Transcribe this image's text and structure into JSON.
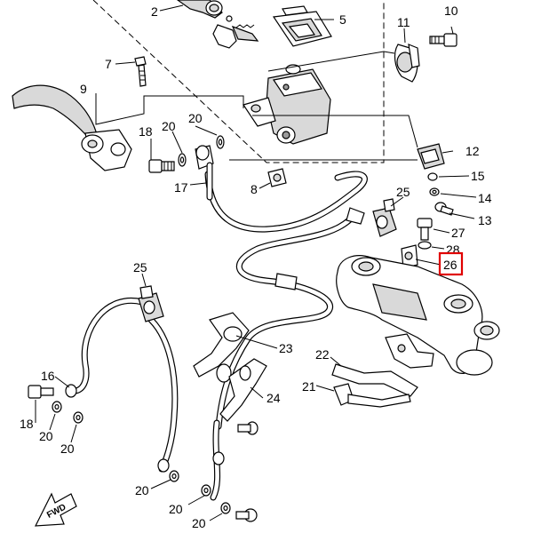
{
  "diagram": {
    "fwd_label": "FWD",
    "highlighted_part": "26",
    "callouts": [
      {
        "id": "c-2",
        "text": "2"
      },
      {
        "id": "c-5",
        "text": "5"
      },
      {
        "id": "c-10",
        "text": "10"
      },
      {
        "id": "c-11",
        "text": "11"
      },
      {
        "id": "c-7",
        "text": "7"
      },
      {
        "id": "c-9",
        "text": "9"
      },
      {
        "id": "c-18a",
        "text": "18"
      },
      {
        "id": "c-20a",
        "text": "20"
      },
      {
        "id": "c-20b",
        "text": "20"
      },
      {
        "id": "c-12",
        "text": "12"
      },
      {
        "id": "c-15",
        "text": "15"
      },
      {
        "id": "c-14",
        "text": "14"
      },
      {
        "id": "c-13",
        "text": "13"
      },
      {
        "id": "c-17",
        "text": "17"
      },
      {
        "id": "c-8",
        "text": "8"
      },
      {
        "id": "c-25a",
        "text": "25"
      },
      {
        "id": "c-27",
        "text": "27"
      },
      {
        "id": "c-28",
        "text": "28"
      },
      {
        "id": "c-26",
        "text": "26"
      },
      {
        "id": "c-25b",
        "text": "25"
      },
      {
        "id": "c-23",
        "text": "23"
      },
      {
        "id": "c-22",
        "text": "22"
      },
      {
        "id": "c-21",
        "text": "21"
      },
      {
        "id": "c-24",
        "text": "24"
      },
      {
        "id": "c-16",
        "text": "16"
      },
      {
        "id": "c-18b",
        "text": "18"
      },
      {
        "id": "c-20c",
        "text": "20"
      },
      {
        "id": "c-20d",
        "text": "20"
      },
      {
        "id": "c-20e",
        "text": "20"
      },
      {
        "id": "c-20f",
        "text": "20"
      },
      {
        "id": "c-20g",
        "text": "20"
      }
    ]
  }
}
